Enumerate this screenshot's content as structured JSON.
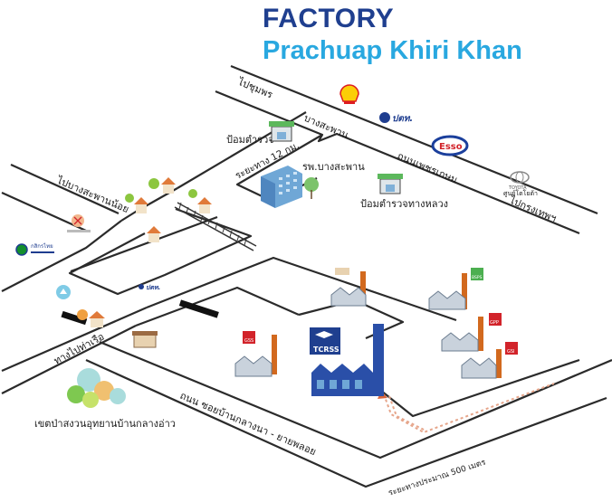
{
  "header": {
    "title": "FACTORY",
    "subtitle": "Prachuap Khiri Khan"
  },
  "labels": {
    "to_chumphon": "ไปชุมพร",
    "bang_saphan": "บางสะพาน",
    "police_box": "ป้อมตำรวจ",
    "distance_12km": "ระยะทาง 12 กม.",
    "hospital": "รพ.บางสะพาน",
    "highway_police": "ป้อมตำรวจทางหลวง",
    "phetkasem_road": "ถนนเพชรเกษม",
    "to_bangkok": "ไปกรุงเทพฯ",
    "to_bang_saphan_noi": "ไปบางสะพานน้อย",
    "to_port": "ทางไปท่าเรือ",
    "soi_road": "ถนน ซอยบ้านกลางนา - ยายพลอย",
    "park": "เขตป่าสงวนอุทยานบ้านกลางอ่าว",
    "distance_500m": "ระยะทางประมาณ 500 เมตร",
    "toyota_dealer": "ศูนย์โตโยต้า",
    "toyota_brand": "TOYOTA",
    "shell": "Shell",
    "ptt": "ปตท.",
    "esso": "Esso",
    "kbank": "กสิกรไทย",
    "main_factory": "TCRSS",
    "factory_a": "GSS",
    "factory_b": "BSPS",
    "factory_c": "GPP",
    "factory_d": "GSI"
  },
  "colors": {
    "road": "#2b2b2b",
    "title_dark": "#1f3f8f",
    "title_light": "#29a8e0",
    "factory_main": "#2a4fa8",
    "factory_gray": "#c9d2dc",
    "chimney": "#d2691e",
    "route": "#e6a58a"
  },
  "icons": [
    "shell-logo-icon",
    "ptt-logo-icon",
    "esso-logo-icon",
    "toyota-logo-icon",
    "kbank-logo-icon",
    "house-icon",
    "tree-icon",
    "police-box-icon",
    "hospital-building-icon",
    "factory-icon",
    "railway-icon"
  ]
}
